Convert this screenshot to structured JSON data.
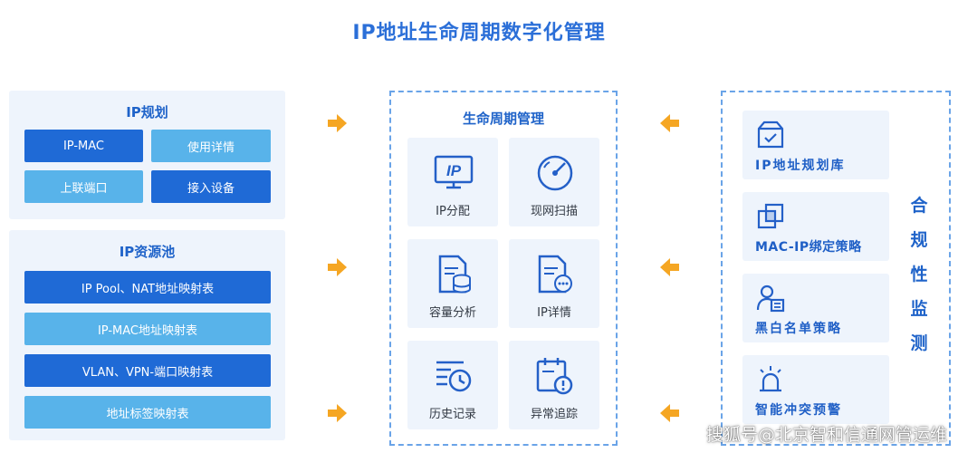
{
  "title": "IP地址生命周期数字化管理",
  "ip_planning": {
    "title": "IP规划",
    "items": [
      "IP-MAC",
      "使用详情",
      "上联端口",
      "接入设备"
    ]
  },
  "ip_pool": {
    "title": "IP资源池",
    "items": [
      "IP Pool、NAT地址映射表",
      "IP-MAC地址映射表",
      "VLAN、VPN-端口映射表",
      "地址标签映射表"
    ]
  },
  "lifecycle": {
    "title": "生命周期管理",
    "tiles": [
      {
        "label": "IP分配",
        "icon": "ip-monitor-icon"
      },
      {
        "label": "现网扫描",
        "icon": "scan-gauge-icon"
      },
      {
        "label": "容量分析",
        "icon": "database-document-icon"
      },
      {
        "label": "IP详情",
        "icon": "document-detail-icon"
      },
      {
        "label": "历史记录",
        "icon": "history-clock-icon"
      },
      {
        "label": "异常追踪",
        "icon": "alert-calendar-icon"
      }
    ]
  },
  "compliance": {
    "title_chars": [
      "合",
      "规",
      "性",
      "监",
      "测"
    ],
    "items": [
      {
        "label": "IP地址规划库",
        "icon": "archive-box-icon"
      },
      {
        "label": "MAC-IP绑定策略",
        "icon": "binding-squares-icon"
      },
      {
        "label": "黑白名单策略",
        "icon": "user-list-icon"
      },
      {
        "label": "智能冲突预警",
        "icon": "alarm-light-icon"
      }
    ]
  },
  "colors": {
    "primary": "#1f6ad6",
    "light": "#58b3ea",
    "panel_bg": "#eef4fc",
    "arrow": "#f5a623",
    "title": "#2b6fd8"
  },
  "watermark": "搜狐号@北京智和信通网管运维"
}
